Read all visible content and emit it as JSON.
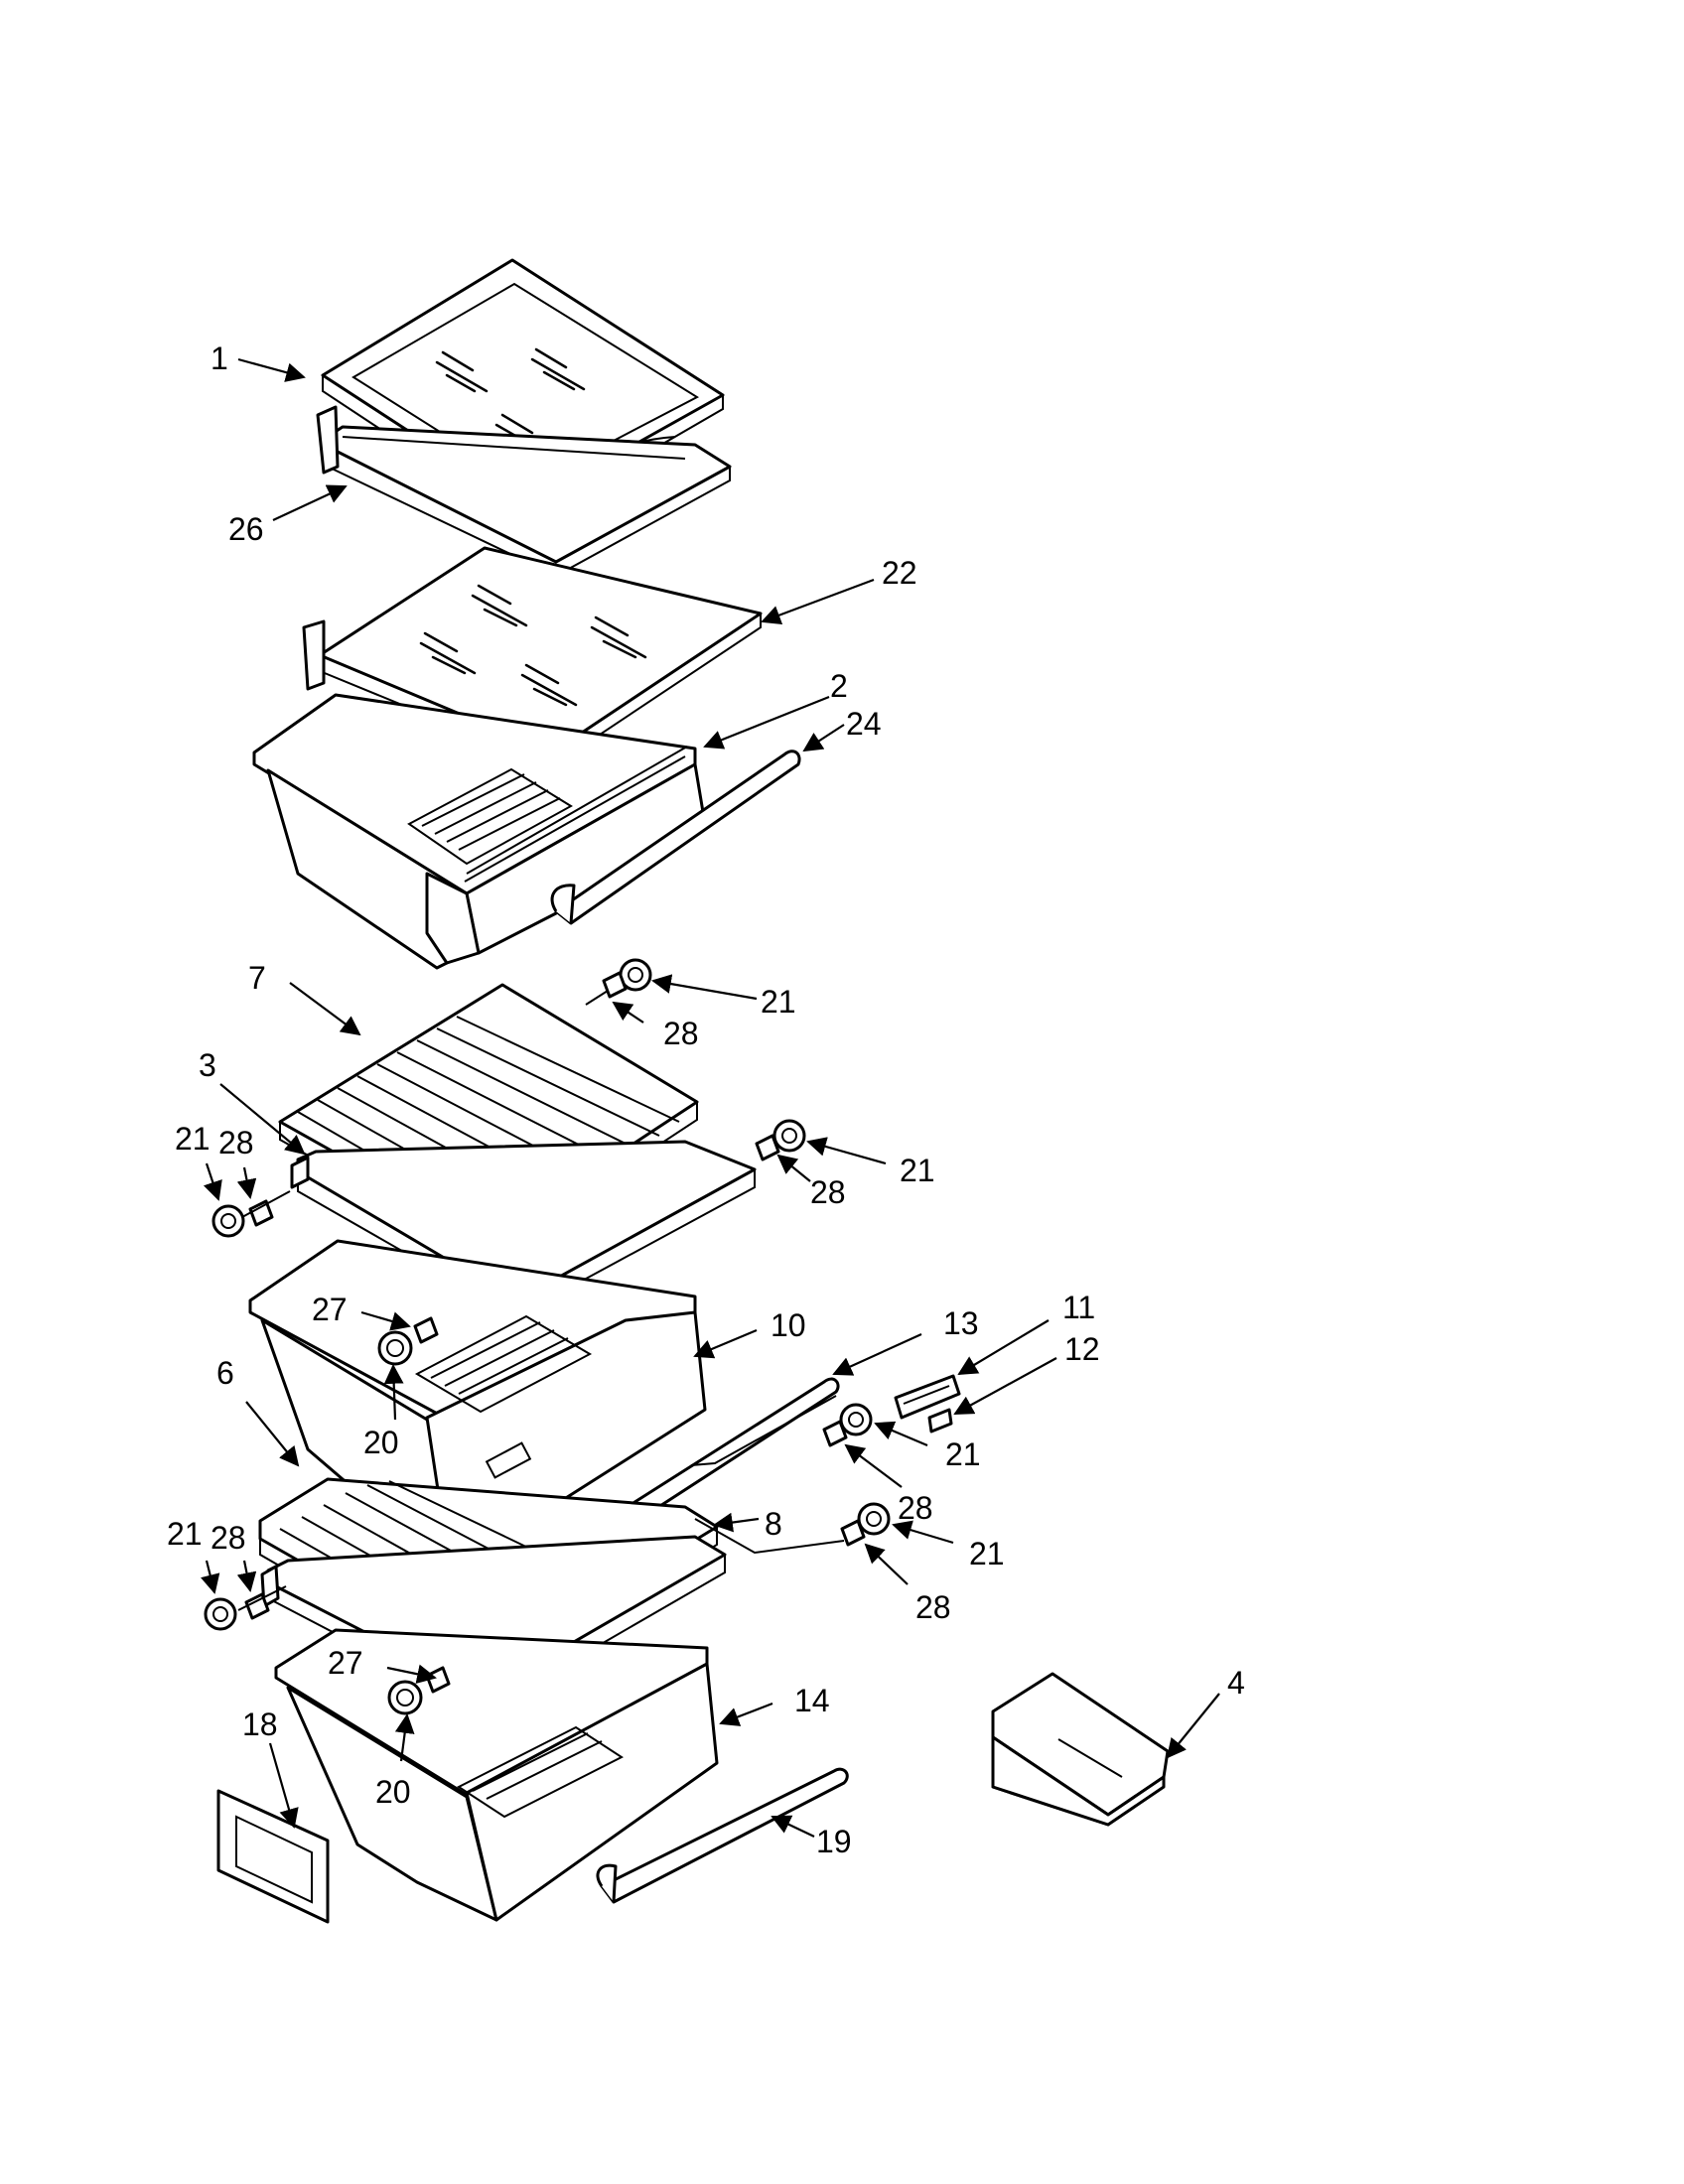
{
  "callouts": [
    {
      "id": "c1",
      "text": "1"
    },
    {
      "id": "c26",
      "text": "26"
    },
    {
      "id": "c22",
      "text": "22"
    },
    {
      "id": "c2",
      "text": "2"
    },
    {
      "id": "c24",
      "text": "24"
    },
    {
      "id": "c7",
      "text": "7"
    },
    {
      "id": "c21a",
      "text": "21"
    },
    {
      "id": "c28a",
      "text": "28"
    },
    {
      "id": "c3",
      "text": "3"
    },
    {
      "id": "c21b",
      "text": "21"
    },
    {
      "id": "c28b",
      "text": "28"
    },
    {
      "id": "c21c",
      "text": "21"
    },
    {
      "id": "c28c",
      "text": "28"
    },
    {
      "id": "c27a",
      "text": "27"
    },
    {
      "id": "c10",
      "text": "10"
    },
    {
      "id": "c13",
      "text": "13"
    },
    {
      "id": "c11",
      "text": "11"
    },
    {
      "id": "c12",
      "text": "12"
    },
    {
      "id": "c6",
      "text": "6"
    },
    {
      "id": "c20a",
      "text": "20"
    },
    {
      "id": "c21d",
      "text": "21"
    },
    {
      "id": "c28d",
      "text": "28"
    },
    {
      "id": "c8",
      "text": "8"
    },
    {
      "id": "c21e",
      "text": "21"
    },
    {
      "id": "c28e",
      "text": "28"
    },
    {
      "id": "c21f",
      "text": "21"
    },
    {
      "id": "c28f",
      "text": "28"
    },
    {
      "id": "c27b",
      "text": "27"
    },
    {
      "id": "c14",
      "text": "14"
    },
    {
      "id": "c4",
      "text": "4"
    },
    {
      "id": "c18",
      "text": "18"
    },
    {
      "id": "c20b",
      "text": "20"
    },
    {
      "id": "c19",
      "text": "19"
    }
  ]
}
